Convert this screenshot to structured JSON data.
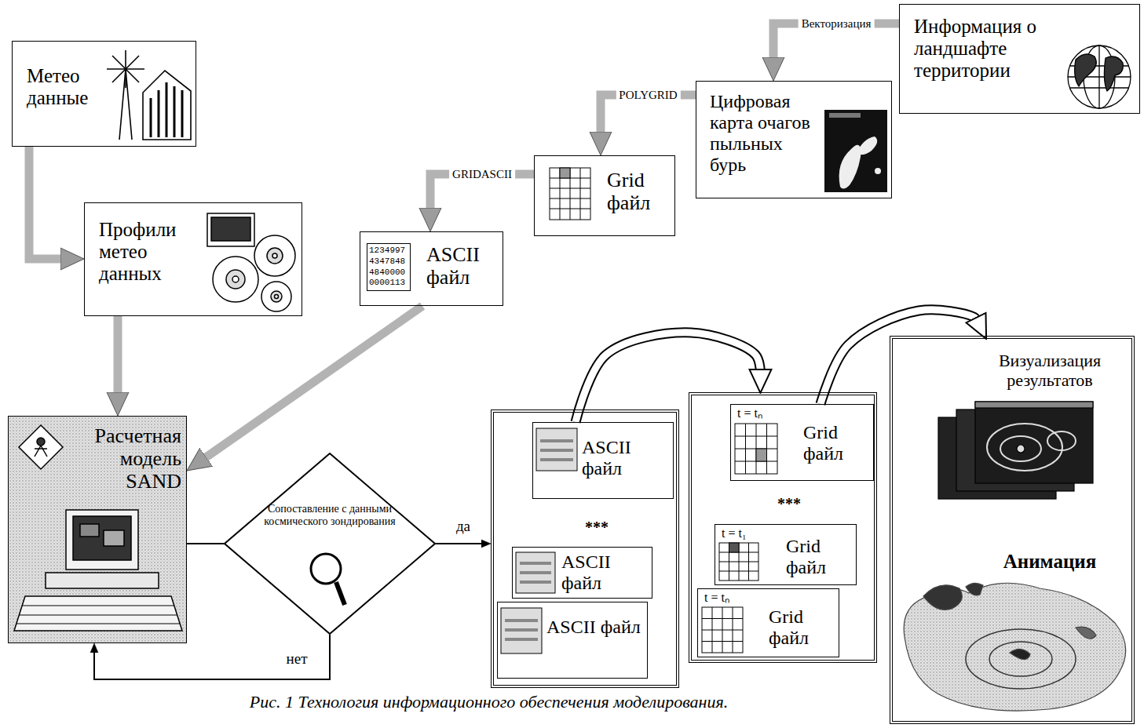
{
  "diagram": {
    "caption": "Рис. 1 Технология информационного обеспечения моделирования.",
    "nodes": [
      {
        "text": [
          "Метео данные"
        ]
      },
      {
        "text": [
          "Профили метео данных"
        ]
      },
      {
        "text": [
          "Информация о ландшафте территории"
        ]
      },
      {
        "text": [
          "Цифровая карта очагов пыльных бурь"
        ]
      },
      {
        "text": [
          "Grid файл"
        ]
      },
      {
        "text": [
          "1234997 4347848 4840000 0000113",
          "ASCII файл"
        ]
      },
      {
        "text": [
          "Расчетная модель SAND"
        ]
      },
      {
        "text": [
          "Сопоставление с данными космического зондирования"
        ]
      },
      {
        "text": []
      },
      {
        "text": [
          "ASCII файл"
        ],
        "in": 8
      },
      {
        "text": [
          "ASCII файл"
        ],
        "in": 8
      },
      {
        "text": [
          "ASCII файл"
        ],
        "in": 8
      },
      {
        "text": []
      },
      {
        "text": [
          "t = tₙ",
          "Grid файл"
        ],
        "in": 12
      },
      {
        "text": [
          "t = t₁",
          "Grid файл"
        ],
        "in": 12
      },
      {
        "text": [
          "t = tₙ",
          "Grid файл"
        ],
        "in": 12
      },
      {
        "text": [
          "Визуализация результатов",
          "Анимация"
        ]
      }
    ],
    "edges": [
      {
        "from": 0,
        "to": 1,
        "arrow": "to"
      },
      {
        "from": 1,
        "to": 6,
        "arrow": "to"
      },
      {
        "from": 2,
        "to": 3,
        "arrow": "to",
        "label": "Векторизация"
      },
      {
        "from": 3,
        "to": 4,
        "arrow": "to",
        "label": "POLYGRID"
      },
      {
        "from": 4,
        "to": 5,
        "arrow": "to",
        "label": "GRIDASCII"
      },
      {
        "from": 5,
        "to": 6,
        "arrow": "to"
      },
      {
        "from": 6,
        "to": 7,
        "arrow": "none"
      },
      {
        "from": 7,
        "to": 8,
        "arrow": "to",
        "label": "да"
      },
      {
        "from": 7,
        "to": 6,
        "arrow": "to",
        "label": "нет"
      },
      {
        "from": 9,
        "to": 12,
        "arrow": "to"
      },
      {
        "from": 13,
        "to": 16,
        "arrow": "to"
      }
    ],
    "labels": [
      "***",
      "***"
    ]
  }
}
